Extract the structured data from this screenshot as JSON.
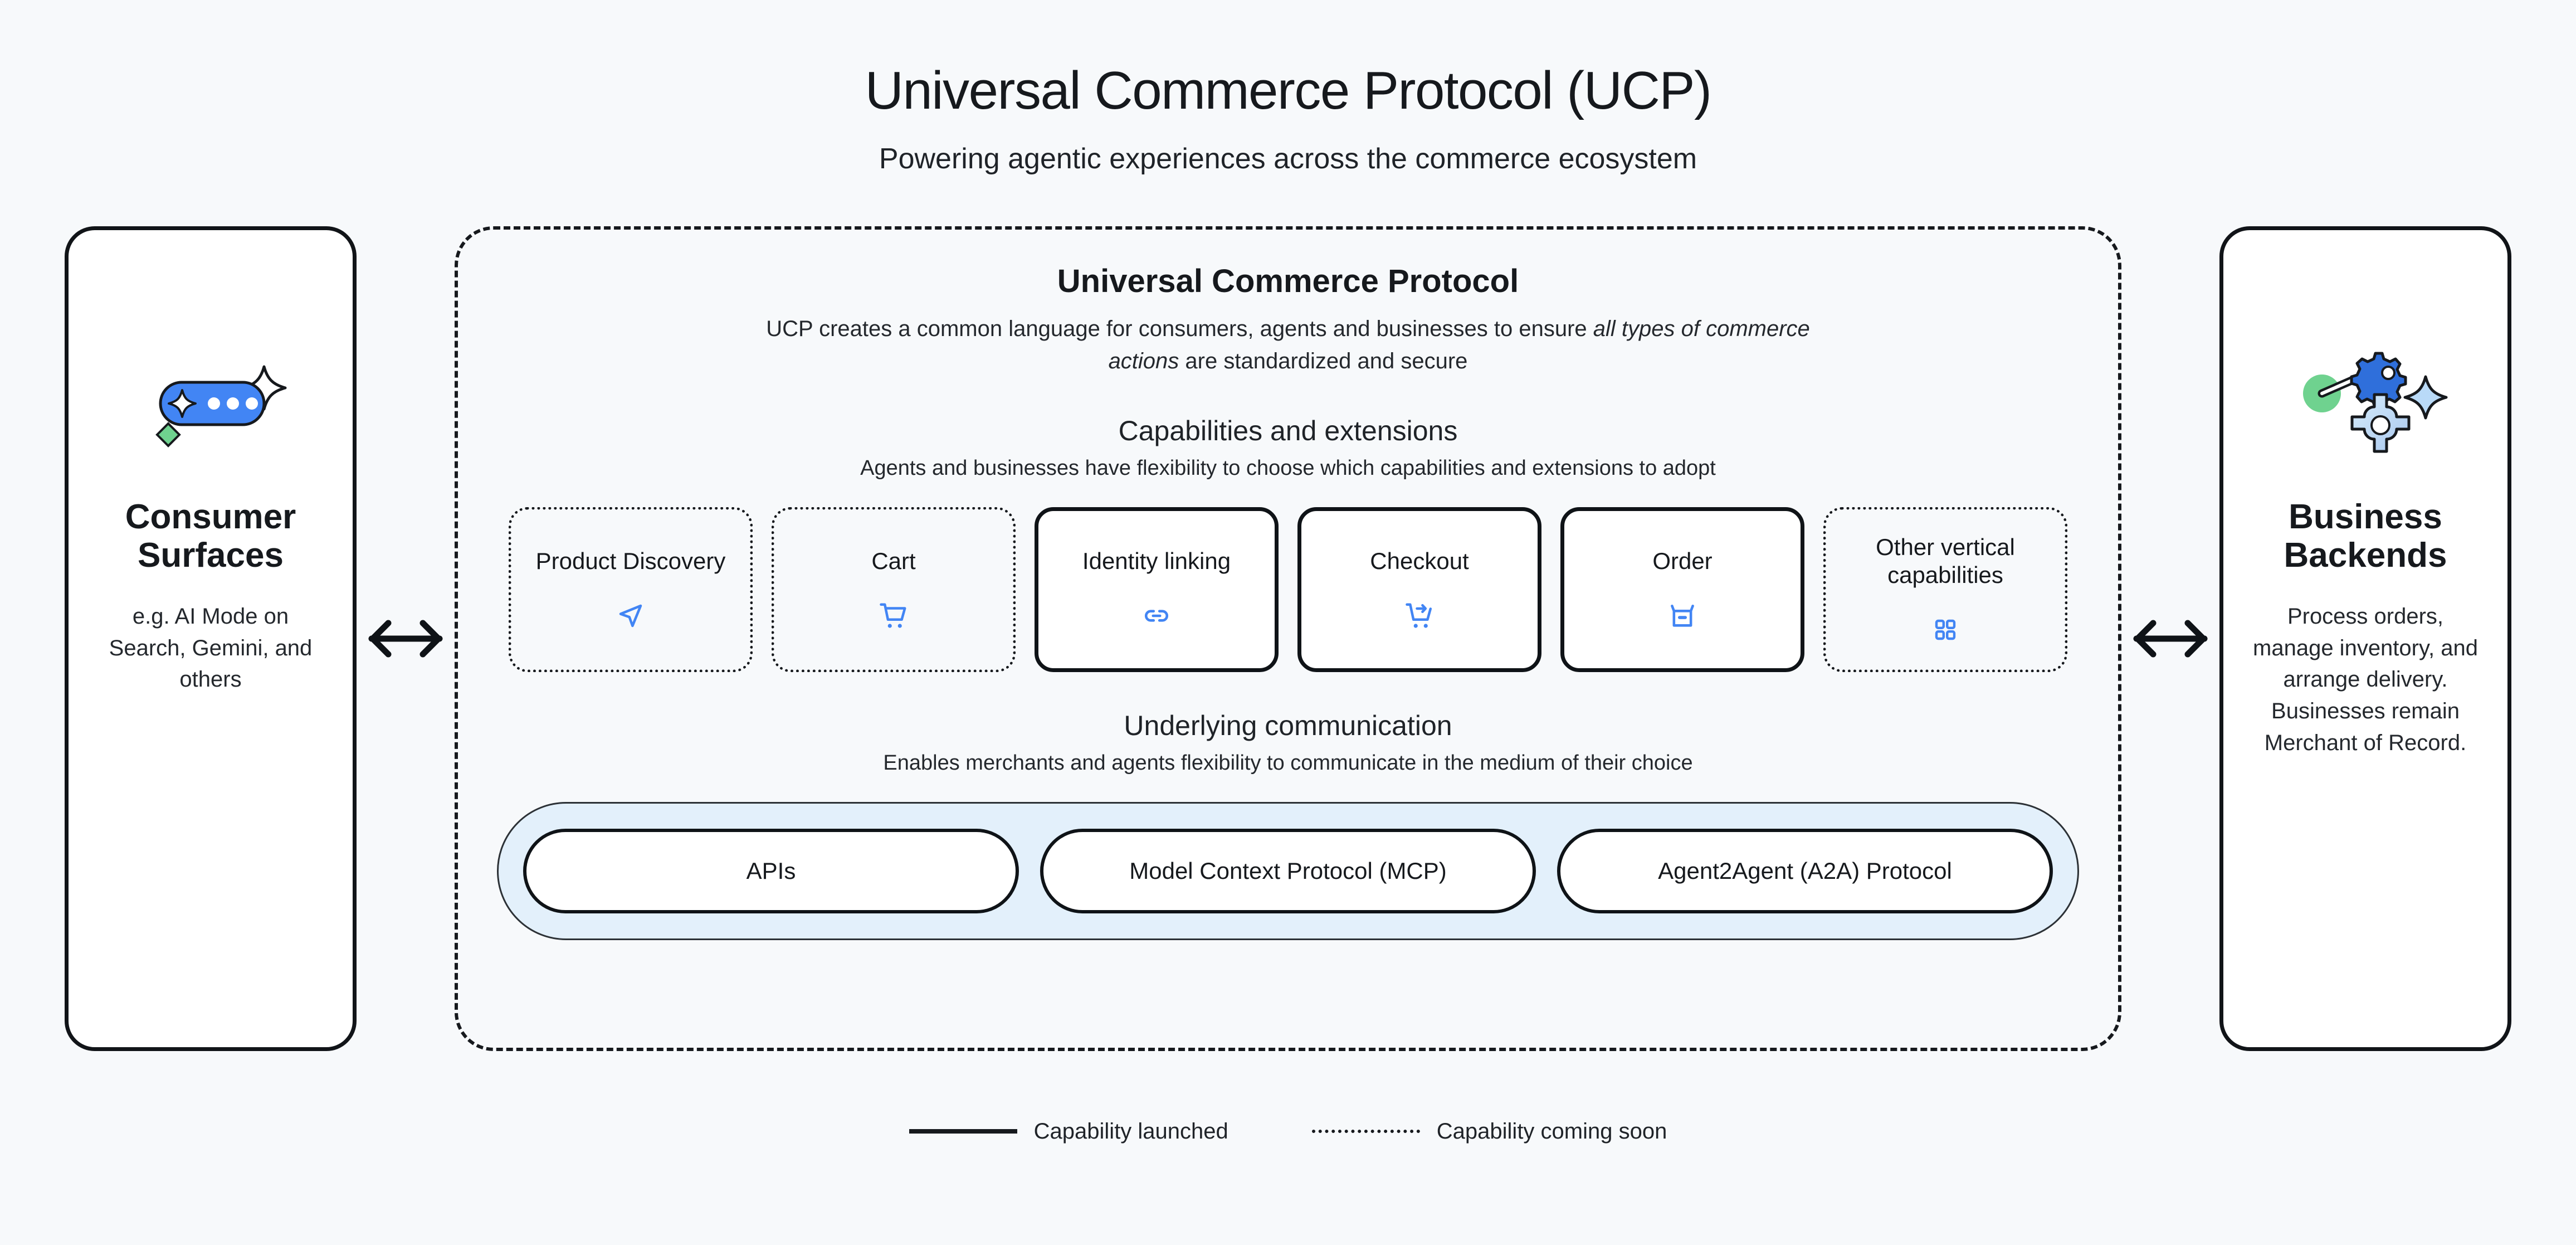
{
  "header": {
    "title": "Universal Commerce Protocol (UCP)",
    "subtitle": "Powering agentic experiences across the commerce ecosystem"
  },
  "left_panel": {
    "icon": "ai-chat-sparkle-icon",
    "title": "Consumer Surfaces",
    "description": "e.g. AI Mode on Search, Gemini, and others"
  },
  "right_panel": {
    "icon": "gears-sparkle-icon",
    "title": "Business Backends",
    "description": "Process orders, manage inventory, and arrange delivery. Businesses remain Merchant of Record."
  },
  "arrows": {
    "left_arrow": "double-headed-arrow-icon",
    "right_arrow": "double-headed-arrow-icon"
  },
  "ucp": {
    "name": "Universal Commerce Protocol",
    "description_pre": "UCP creates a common language for consumers, agents and businesses to ensure ",
    "description_em": "all types of commerce actions",
    "description_post": " are standardized and secure",
    "capabilities_section": {
      "heading": "Capabilities and extensions",
      "subheading": "Agents and businesses have flexibility to choose which capabilities and extensions to adopt",
      "cards": [
        {
          "label": "Product Discovery",
          "icon": "navigation-arrow-icon",
          "status": "soon"
        },
        {
          "label": "Cart",
          "icon": "shopping-cart-icon",
          "status": "soon"
        },
        {
          "label": "Identity linking",
          "icon": "link-icon",
          "status": "launched"
        },
        {
          "label": "Checkout",
          "icon": "cart-checkout-arrow-icon",
          "status": "launched"
        },
        {
          "label": "Order",
          "icon": "open-box-icon",
          "status": "launched"
        },
        {
          "label": "Other vertical capabilities",
          "icon": "grid-four-squares-icon",
          "status": "soon"
        }
      ]
    },
    "communication_section": {
      "heading": "Underlying communication",
      "subheading": "Enables merchants and agents flexibility to communicate in the medium of their choice",
      "protocols": [
        {
          "label": "APIs"
        },
        {
          "label": "Model Context Protocol (MCP)"
        },
        {
          "label": "Agent2Agent (A2A) Protocol"
        }
      ]
    }
  },
  "legend": [
    {
      "label": "Capability launched",
      "style": "solid"
    },
    {
      "label": "Capability coming soon",
      "style": "dotted"
    }
  ],
  "colors": {
    "background": "#f7f9fb",
    "ink": "#16191d",
    "accent_blue": "#4285f4",
    "protocol_shell": "#e3f0fb",
    "icon_green": "#6fd28f",
    "icon_blue_light": "#bcd9f7"
  }
}
